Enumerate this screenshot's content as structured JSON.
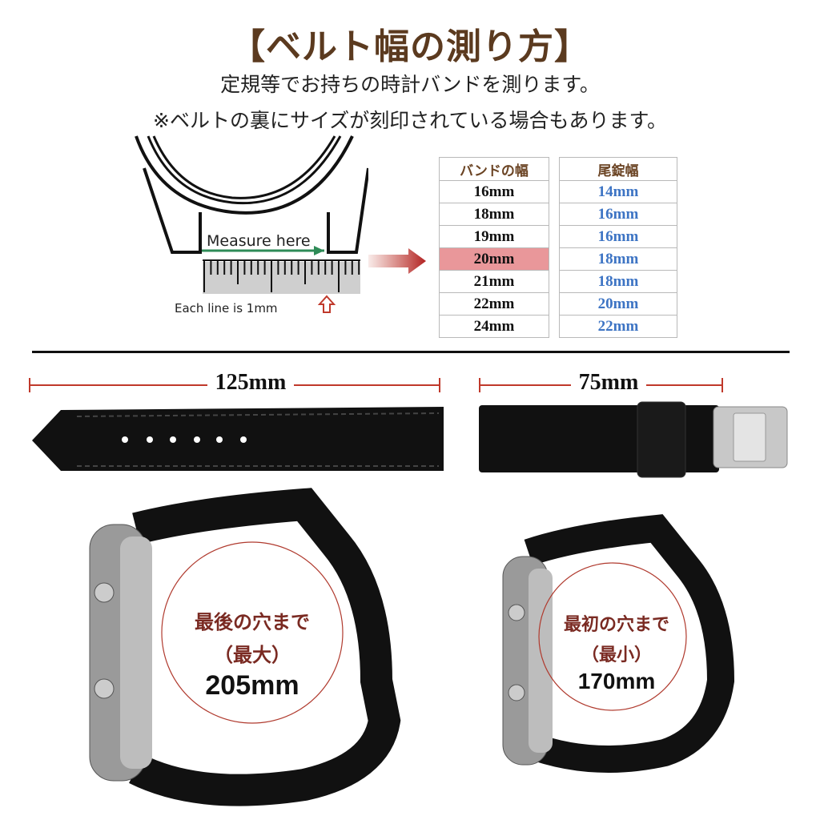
{
  "header": {
    "title": "【ベルト幅の測り方】",
    "line1": "定規等でお持ちの時計バンドを測ります。",
    "line2": "※ベルトの裏にサイズが刻印されている場合もあります。"
  },
  "diagram": {
    "measure_label": "Measure here",
    "ruler_label": "Each line is 1mm"
  },
  "size_table": {
    "band_header": "バンドの幅",
    "buckle_header": "尾錠幅",
    "highlighted_row": 3,
    "rows": [
      {
        "band": "16mm",
        "buckle": "14mm"
      },
      {
        "band": "18mm",
        "buckle": "16mm"
      },
      {
        "band": "19mm",
        "buckle": "16mm"
      },
      {
        "band": "20mm",
        "buckle": "18mm"
      },
      {
        "band": "21mm",
        "buckle": "18mm"
      },
      {
        "band": "22mm",
        "buckle": "20mm"
      },
      {
        "band": "24mm",
        "buckle": "22mm"
      }
    ]
  },
  "straps": {
    "long_length": "125mm",
    "short_length": "75mm"
  },
  "wrist": {
    "max": {
      "line1": "最後の穴まで",
      "line2": "（最大）",
      "value": "205mm"
    },
    "min": {
      "line1": "最初の穴まで",
      "line2": "（最小）",
      "value": "170mm"
    }
  },
  "colors": {
    "title": "#5b3a1f",
    "highlight": "#e9979a",
    "buckle_text": "#3d74c4",
    "dimension_line": "#c0392b"
  }
}
